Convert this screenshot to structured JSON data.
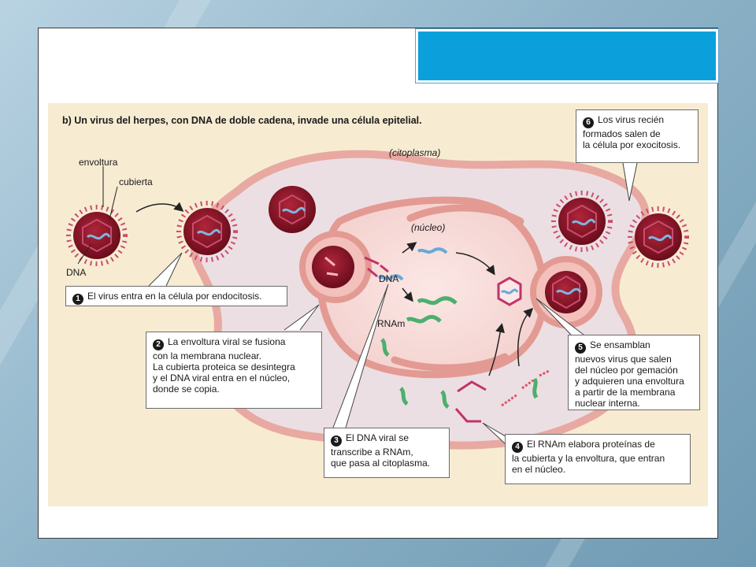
{
  "figure": {
    "heading": "b) Un virus del herpes, con DNA de doble cadena, invade una célula epitelial.",
    "labels": {
      "envoltura": "envoltura",
      "cubierta": "cubierta",
      "dna_left": "DNA",
      "citoplasma": "(citoplasma)",
      "nucleo": "(núcleo)",
      "dna_center": "DNA",
      "rnam": "RNAm"
    },
    "steps": [
      {
        "number": "1",
        "text": "El virus entra en la célula por endocitosis."
      },
      {
        "number": "2",
        "text": "La envoltura viral se fusiona\ncon la membrana nuclear.\nLa cubierta proteica se desintegra\ny el DNA viral entra en el núcleo,\ndonde se copia."
      },
      {
        "number": "3",
        "text": "El DNA viral se\ntranscribe a RNAm,\nque pasa al citoplasma."
      },
      {
        "number": "4",
        "text": "El RNAm elabora proteínas de\nla cubierta y la envoltura, que entran\nen el núcleo."
      },
      {
        "number": "5",
        "text": "Se ensamblan\nnuevos virus que salen\ndel núcleo por gemación\ny adquieren una envoltura\na partir de la membrana\nnuclear interna."
      },
      {
        "number": "6",
        "text": "Los virus recién\nformados salen de\nla célula por exocitosis."
      }
    ]
  },
  "colors": {
    "title_bar": "#0ba0dc",
    "figure_bg": "#f7ecd2",
    "cell_membrane": "#e8a9a2",
    "virus": "#8a1324",
    "dna": "#6aa8d8",
    "rna": "#4caf6e",
    "protein": "#c2336a"
  }
}
